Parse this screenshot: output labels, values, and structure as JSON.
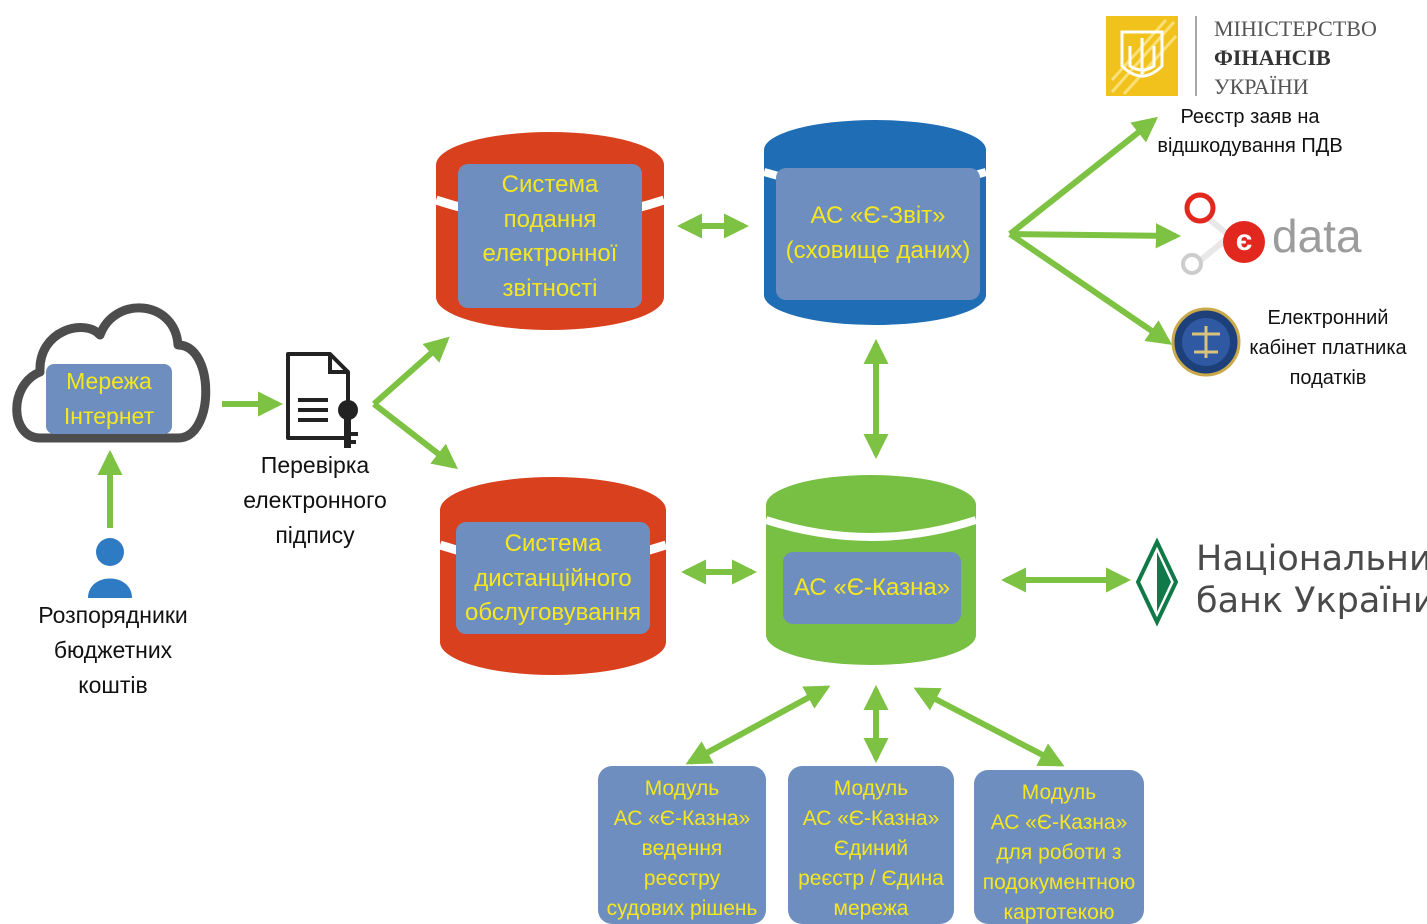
{
  "colors": {
    "arrow": "#7dc242",
    "red_db": "#d9411e",
    "blue_db": "#1f6db5",
    "green_db": "#78c043",
    "box": "#6e8ec0",
    "box_text": "#f5e71f"
  },
  "nodes": {
    "internet": {
      "label_line1": "Мережа",
      "label_line2": "Інтернет"
    },
    "signature": {
      "line1": "Перевірка",
      "line2": "електронного",
      "line3": "підпису"
    },
    "users": {
      "line1": "Розпорядники",
      "line2": "бюджетних",
      "line3": "коштів"
    },
    "reporting": {
      "line1": "Система",
      "line2": "подання",
      "line3": "електронної",
      "line4": "звітності"
    },
    "remote": {
      "line1": "Система",
      "line2": "дистанційного",
      "line3": "обслуговування"
    },
    "ezvit": {
      "line1": "АС «Є-Звіт»",
      "line2": "(сховище даних)"
    },
    "ekazna": {
      "label": "АС «Є-Казна»"
    },
    "minfin": {
      "line1": "МІНІСТЕРСТВО",
      "line2": "ФІНАНСІВ",
      "line3": "УКРАЇНИ"
    },
    "vat_registry": {
      "line1": "Реєстр заяв на",
      "line2": "відшкодування ПДВ"
    },
    "edata": {
      "letter": "є",
      "text": "data"
    },
    "taxpayer": {
      "line1": "Електронний",
      "line2": "кабінет платника",
      "line3": "податків"
    },
    "nbu": {
      "line1": "Національний",
      "line2": "банк України"
    }
  },
  "modules": [
    {
      "lines": [
        "Модуль",
        "АС «Є-Казна»",
        "ведення",
        "реєстру",
        "судових рішень"
      ]
    },
    {
      "lines": [
        "Модуль",
        "АС «Є-Казна»",
        "Єдиний",
        "реєстр / Єдина",
        "мережа"
      ]
    },
    {
      "lines": [
        "Модуль",
        "АС «Є-Казна»",
        "для роботи з",
        "подокументною",
        "картотекою"
      ]
    }
  ]
}
